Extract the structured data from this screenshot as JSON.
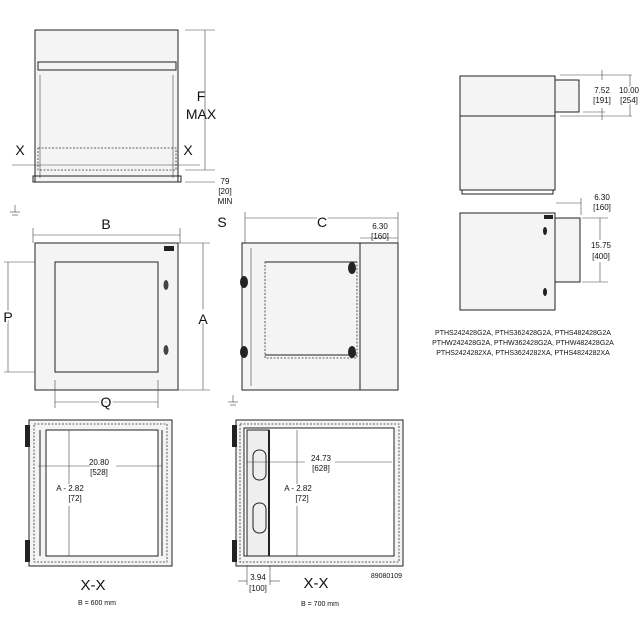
{
  "title_labels": {
    "F": "F",
    "MAX": "MAX",
    "X_left": "X",
    "X_right": "X",
    "B": "B",
    "A": "A",
    "P": "P",
    "Q": "Q",
    "S": "S",
    "C": "C"
  },
  "dims": {
    "min_in": "79",
    "min_mm": "[20]",
    "min_label": "MIN",
    "c_in": "6.30",
    "c_mm": "[160]",
    "w600_in": "20.80",
    "w600_mm": "[528]",
    "a_in": "A - 2.82",
    "a_mm": "[72]",
    "w700_in": "24.73",
    "w700_mm": "[628]",
    "rail_in": "3.94",
    "rail_mm": "[100]",
    "top_ext_in": "7.52",
    "top_ext_mm": "[191]",
    "top_total_in": "10.00",
    "top_total_mm": "[254]",
    "side_depth_in": "6.30",
    "side_depth_mm": "[160]",
    "side_h_in": "15.75",
    "side_h_mm": "[400]"
  },
  "sections": {
    "xx_left": "X-X",
    "xx_right": "X-X",
    "b600": "B = 600 mm",
    "b700": "B = 700 mm"
  },
  "drawing_number": "89080109",
  "models": [
    "PTHS242428G2A, PTHS362428G2A, PTHS482428G2A",
    "PTHW242428G2A, PTHW362428G2A, PTHW482428G2A",
    "PTHS2424282XA, PTHS3624282XA, PTHS4824282XA"
  ]
}
